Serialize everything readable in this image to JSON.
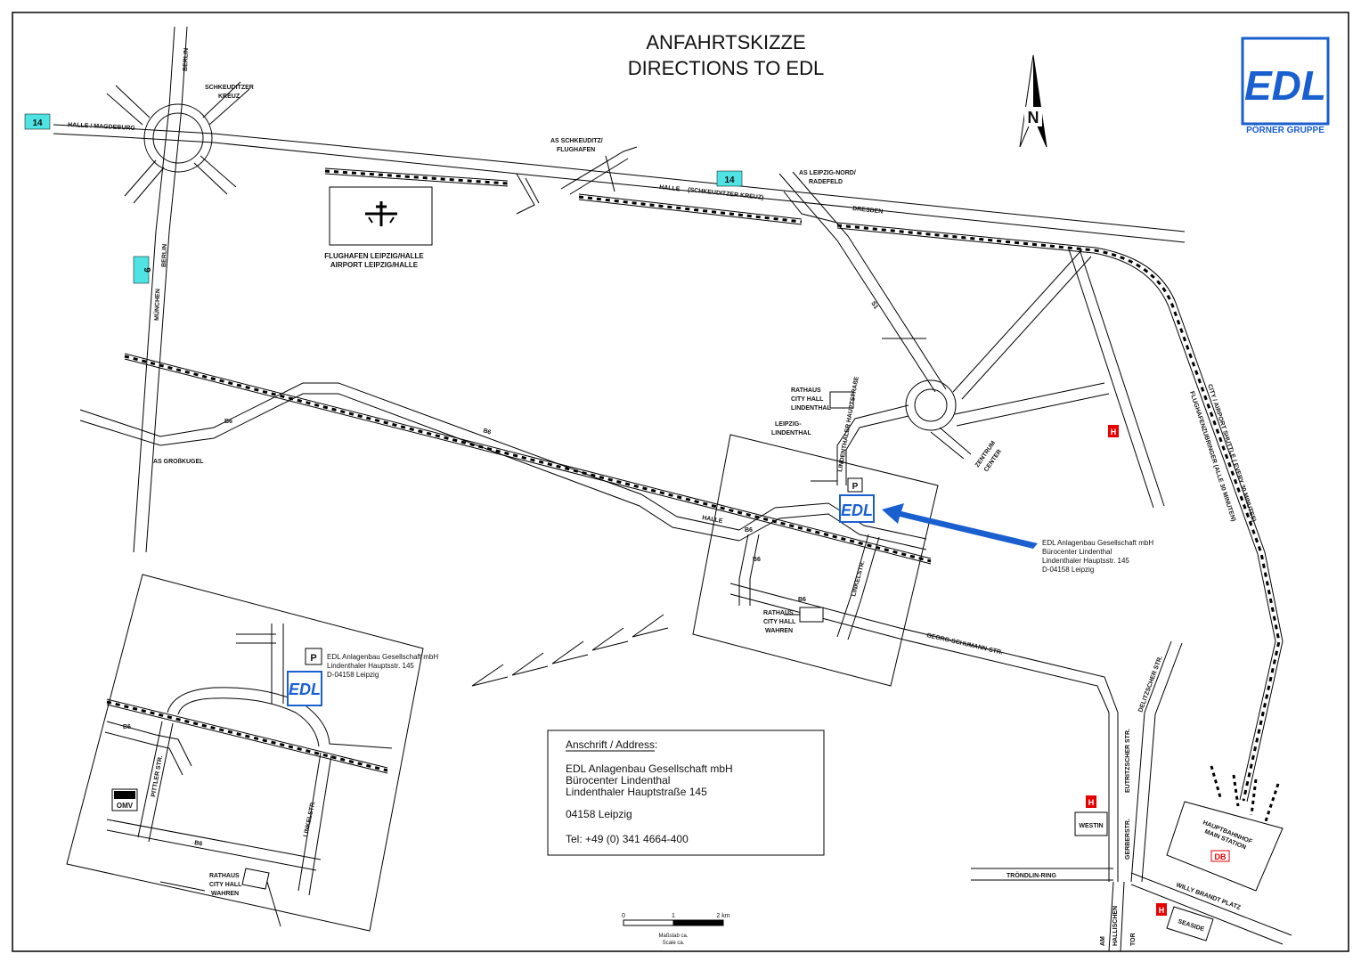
{
  "title": {
    "line1": "ANFAHRTSKIZZE",
    "line2": "DIRECTIONS TO EDL"
  },
  "logo": {
    "text": "EDL",
    "subtitle": "PÖRNER GRUPPE",
    "color": "#1a5fd0"
  },
  "north": "N",
  "motorways": {
    "a14_label": "14",
    "a9_label": "9",
    "badge_color": "#4fe3e3"
  },
  "road_labels": {
    "berlin_top": "BERLIN",
    "schkeuditzer_kreuz": [
      "SCHKEUDITZER",
      "KREUZ"
    ],
    "halle_magdeburg": "HALLE / MAGDEBURG",
    "as_schkeuditz": [
      "AS SCHKEUDITZ/",
      "FLUGHAFEN"
    ],
    "halle_schkeuditzer_kreuz": "HALLE",
    "schkeuditzer_kreuz_paren": "(SCHKEUDITZER KREUZ)",
    "as_leipzig_nord": [
      "AS LEIPZIG-NORD/",
      "RADEFELD"
    ],
    "dresden": "DRESDEN",
    "berlin_a9": "BERLIN",
    "muenchen": "MÜNCHEN",
    "airport": [
      "FLUGHAFEN LEIPZIG/HALLE",
      "AIRPORT LEIPZIG/HALLE"
    ],
    "s1": "S1",
    "rathaus_lindenthal": [
      "RATHAUS",
      "CITY HALL",
      "LINDENTHAL"
    ],
    "lindenthaler_hauptstrasse": "LINDENTHALER HAUPTSTRAßE",
    "leipzig_lindenthal": [
      "LEIPZIG-",
      "LINDENTHAL"
    ],
    "zentrum_center": [
      "ZENTRUM",
      "CENTER"
    ],
    "b6_a": "B6",
    "b6_b": "B6",
    "b6_c": "B6",
    "b6_d": "B6",
    "b6_e": "B6",
    "as_grosskugel": "AS GROßKUGEL",
    "halle_b6": "HALLE",
    "parking": "P",
    "linkelstr": "LINKELSTR.",
    "rathaus_wahren": [
      "RATHAUS",
      "CITY HALL",
      "WAHREN"
    ],
    "georg_schumann": "GEORG-SCHUMANN-STR.",
    "city_shuttle": "CITY / AIRPORT SHUTTLE ( EVERY 30 MINUTES)",
    "flughafenzubringer": "FLUGHAFENZUBRINGER (ALLE 30 MINUTEN)",
    "delitzscher": "DELITZSCHER STR.",
    "eutritzscher": "EUTRITZSCHER STR.",
    "gerberstr": "GERBERSTR.",
    "westin": "WESTIN",
    "hauptbahnhof": [
      "HAUPTBAHNHOF",
      "MAIN STATION"
    ],
    "db": "DB",
    "troendlin": "TRÖNDLIN-RING",
    "willy_brandt": "WILLY BRANDT PLATZ",
    "am_hallischen_tor": [
      "AM",
      "HALLISCHEN",
      "TOR"
    ],
    "seaside": "SEASIDE",
    "hotel_h": "H"
  },
  "edl_callout": [
    "EDL Anlagenbau Gesellschaft mbH",
    "Bürocenter Lindenthal",
    "Lindenthaler Hauptsstr. 145",
    "D-04158 Leipzig"
  ],
  "inset": {
    "address": [
      "EDL Anlagenbau Gesellschaft mbH",
      "Lindenthaler Hauptsstr. 145",
      "D-04158 Leipzig"
    ],
    "pittler": "PITTLER STR.",
    "linkelstr": "LINKELSTR.",
    "b6_a": "B6",
    "b6_b": "B6",
    "omv": "OMV",
    "rathaus_wahren": [
      "RATHAUS",
      "CITY HALL",
      "WAHREN"
    ],
    "parking": "P"
  },
  "address_box": {
    "heading": "Anschrift / Address:",
    "company": "EDL Anlagenbau Gesellschaft mbH",
    "building": "Bürocenter Lindenthal",
    "street": "Lindenthaler Hauptstraße 145",
    "city": "04158 Leipzig",
    "phone": "Tel: +49 (0) 341 4664-400"
  },
  "scale": {
    "tick0": "0",
    "tick1": "1",
    "tick2": "2 km",
    "label1": "Maßstab ca.",
    "label2": "Scale ca."
  }
}
